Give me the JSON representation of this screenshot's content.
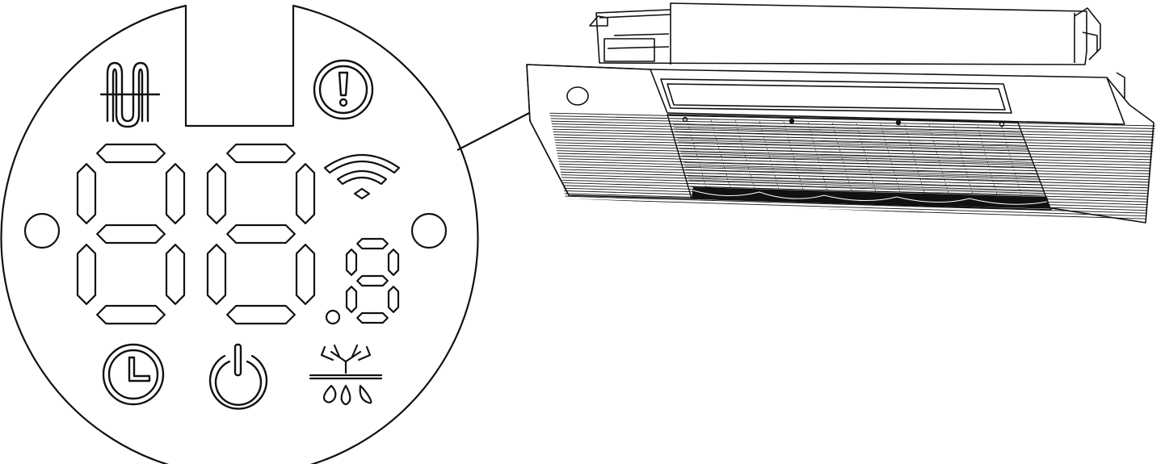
{
  "figure": {
    "description_visible_text": "",
    "display_panel": {
      "seven_segment_digits": [
        {
          "segments": [
            "a",
            "b",
            "c",
            "d",
            "e",
            "f",
            "g"
          ]
        },
        {
          "segments": [
            "a",
            "b",
            "c",
            "d",
            "e",
            "f",
            "g"
          ]
        },
        {
          "segments": [
            "a",
            "b",
            "c",
            "d",
            "e",
            "f",
            "g"
          ],
          "small": true
        }
      ],
      "icons": [
        {
          "name": "heater-icon"
        },
        {
          "name": "alert-icon"
        },
        {
          "name": "wifi-icon"
        },
        {
          "name": "timer-icon"
        },
        {
          "name": "power-icon"
        },
        {
          "name": "defrost-icon"
        }
      ]
    },
    "unit": {
      "name": "ceiling-cassette-indoor-unit"
    },
    "callout": {
      "from": "display-panel",
      "to": "unit-display-window"
    }
  }
}
